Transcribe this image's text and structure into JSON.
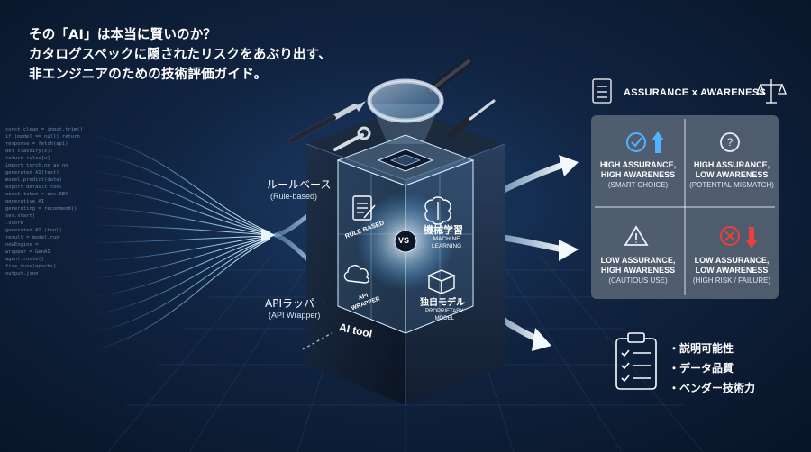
{
  "title": {
    "line1": "その「AI」は本当に賢いのか？",
    "line2": "カタログスペックに隠されたリスクをあぶり出す、",
    "line3": "非エンジニアのための技術評価ガイド。"
  },
  "left_labels": {
    "rule_jp": "ルールベース",
    "rule_en": "(Rule-based)",
    "api_jp": "APIラッパー",
    "api_en": "(API Wrapper)"
  },
  "cube": {
    "rule_face": "RULE BASED",
    "vs": "VS",
    "ml_jp": "機械学習",
    "ml_en_1": "MACHINE",
    "ml_en_2": "LEARNING",
    "api_face_1": "API",
    "api_face_2": "WRAPPER",
    "prop_jp": "独自モデル",
    "prop_en_1": "PROPRIETARY",
    "prop_en_2": "MODEL",
    "base_label": "AI tool"
  },
  "code_lines": [
    "const clean = input.trim()",
    "if (model == null) return",
    "response = fetch(api)",
    "def classify(x):",
    "  return rules[x]",
    "import torch.nn as nn",
    "generated AI(text)",
    "model.predict(data)",
    "export default tool",
    "const token = env.KEY",
    "generative AI",
    "generating = recommend()",
    "ses.start(",
    "  .score",
    "generated AI (tool)",
    "result = model.run",
    "newEngine =",
    "wrapper = GenAI",
    "agent.route()",
    "fine_tune(epochs)",
    "output.json"
  ],
  "panel": {
    "title": "ASSURANCE x AWARENESS",
    "quadrants": [
      {
        "line1": "HIGH ASSURANCE,",
        "line2": "HIGH AWARENESS",
        "sub": "(SMART CHOICE)",
        "icon": "check-arrow-up-icon"
      },
      {
        "line1": "HIGH ASSURANCE,",
        "line2": "LOW AWARENESS",
        "sub": "(POTENTIAL MISMATCH)",
        "icon": "question-icon"
      },
      {
        "line1": "LOW ASSURANCE,",
        "line2": "HIGH AWARENESS",
        "sub": "(CAUTIOUS USE)",
        "icon": "warning-icon"
      },
      {
        "line1": "LOW ASSURANCE,",
        "line2": "LOW AWARENESS",
        "sub": "(HIGH RISK / FAILURE)",
        "icon": "x-arrow-down-icon"
      }
    ]
  },
  "checklist": [
    "説明可能性",
    "データ品質",
    "ベンダー技術力"
  ],
  "colors": {
    "accent_blue": "#3fa9ff",
    "check_blue": "#4fb3ff",
    "risk_red": "#e8413c",
    "panel_bg": "#5a6777",
    "glow": "#bfe6ff"
  }
}
